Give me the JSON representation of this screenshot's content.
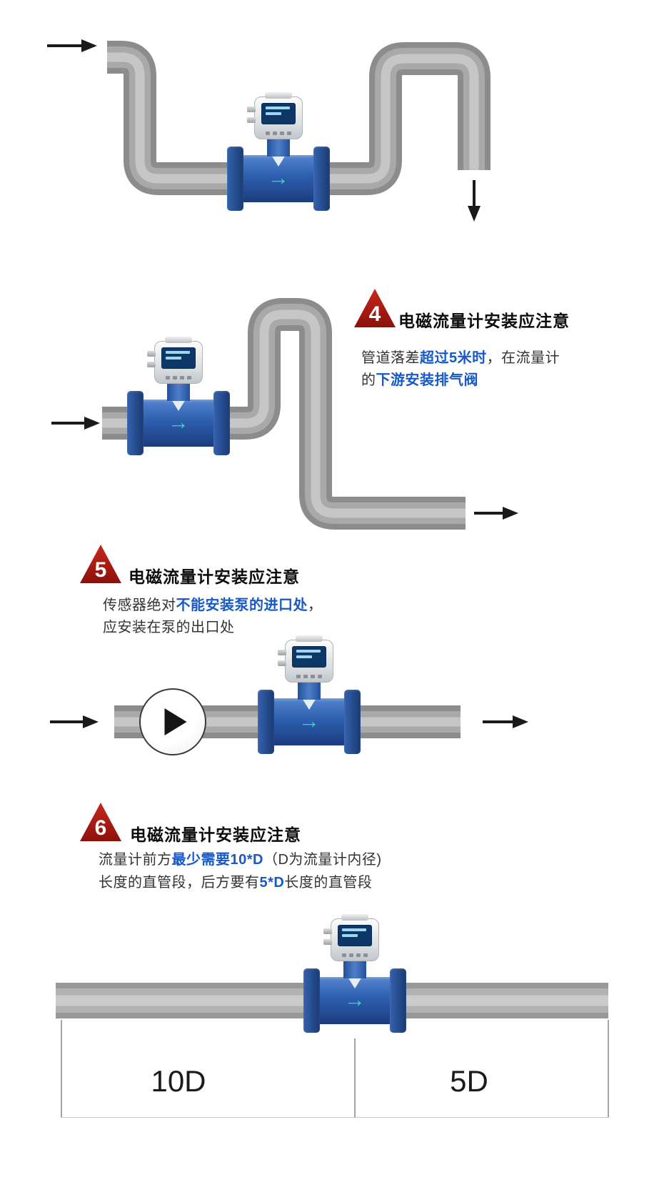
{
  "colors": {
    "accent_blue": "#1659c7",
    "badge_red": "#a8150e",
    "meter_blue": "#2f5fae",
    "flow_arrow_teal": "#2fd6c3",
    "pipe_gray": "#a8a8a8"
  },
  "meter": {
    "flow_arrow": "→"
  },
  "s4": {
    "number": "4",
    "title": "电磁流量计安装应注意",
    "n1a": "管道落差",
    "n1b": "超过5米时",
    "n1c": "，在流量计",
    "n2a": "的",
    "n2b": "下游安装排气阀"
  },
  "s5": {
    "number": "5",
    "title": "电磁流量计安装应注意",
    "n1a": "传感器绝对",
    "n1b": "不能安装泵的进口处",
    "n1c": "，",
    "n2a": "应安装在泵的出口处"
  },
  "s6": {
    "number": "6",
    "title": "电磁流量计安装应注意",
    "n1a": "流量计前方",
    "n1b": "最少需要10*D",
    "n1c": "（D为流量计内径)",
    "n2a": "长度的直管段，后方要有",
    "n2b": "5*D",
    "n2c": "长度的直管段",
    "dim_left": "10D",
    "dim_right": "5D"
  }
}
